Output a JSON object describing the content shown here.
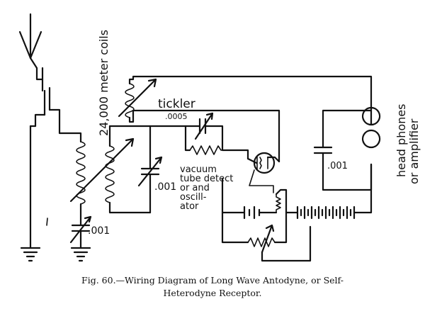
{
  "labels": {
    "coils": "24,000 meter coils",
    "tickler": "tickler",
    "grid_cap": ".0005",
    "tuning_cap": ".001",
    "antenna_cap": ".001",
    "phone_cap": ".001",
    "tube_line1": "vacuum",
    "tube_line2": "tube detect",
    "tube_line3": "or and",
    "tube_line4": "oscill-",
    "tube_line5": "ator",
    "phones_line1": "head phones",
    "phones_line2": "or amplifier"
  },
  "caption": {
    "line1": "Fig. 60.—Wiring Diagram of Long Wave Antodyne, or Self-",
    "line2": "Heterodyne Receptor."
  }
}
